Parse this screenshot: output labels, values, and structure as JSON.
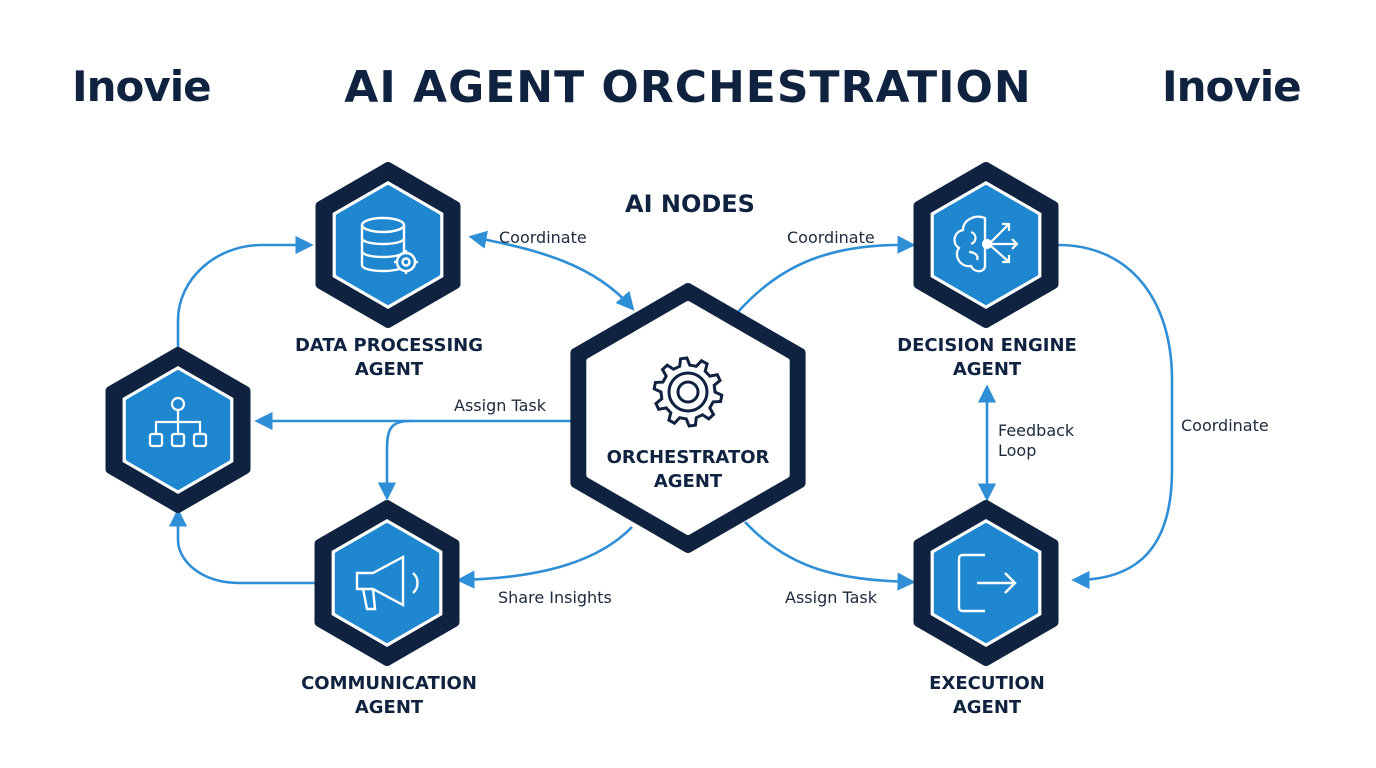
{
  "header": {
    "title": "AI AGENT ORCHESTRATION",
    "logo_left": "Inovie",
    "logo_right": "Inovie"
  },
  "section_title": "AI NODES",
  "colors": {
    "navy": "#0f2340",
    "blue": "#1f86d0",
    "arrow": "#2f8fd6"
  },
  "nodes": {
    "orchestrator": {
      "line1": "ORCHESTRATOR",
      "line2": "AGENT",
      "icon": "gear-icon"
    },
    "data_processing": {
      "line1": "DATA PROCESSING",
      "line2": "AGENT",
      "icon": "database-settings-icon"
    },
    "decision_engine": {
      "line1": "DECISION ENGINE",
      "line2": "AGENT",
      "icon": "brain-decision-icon"
    },
    "communication": {
      "line1": "COMMUNICATION",
      "line2": "AGENT",
      "icon": "megaphone-icon"
    },
    "execution": {
      "line1": "EXECUTION",
      "line2": "AGENT",
      "icon": "exit-arrow-icon"
    },
    "workflow": {
      "icon": "hierarchy-icon"
    }
  },
  "edges": {
    "coordinate_left": "Coordinate",
    "coordinate_top_right": "Coordinate",
    "coordinate_right": "Coordinate",
    "assign_task_left": "Assign Task",
    "assign_task_right": "Assign Task",
    "share_insights": "Share Insights",
    "feedback_line1": "Feedback",
    "feedback_line2": "Loop"
  }
}
